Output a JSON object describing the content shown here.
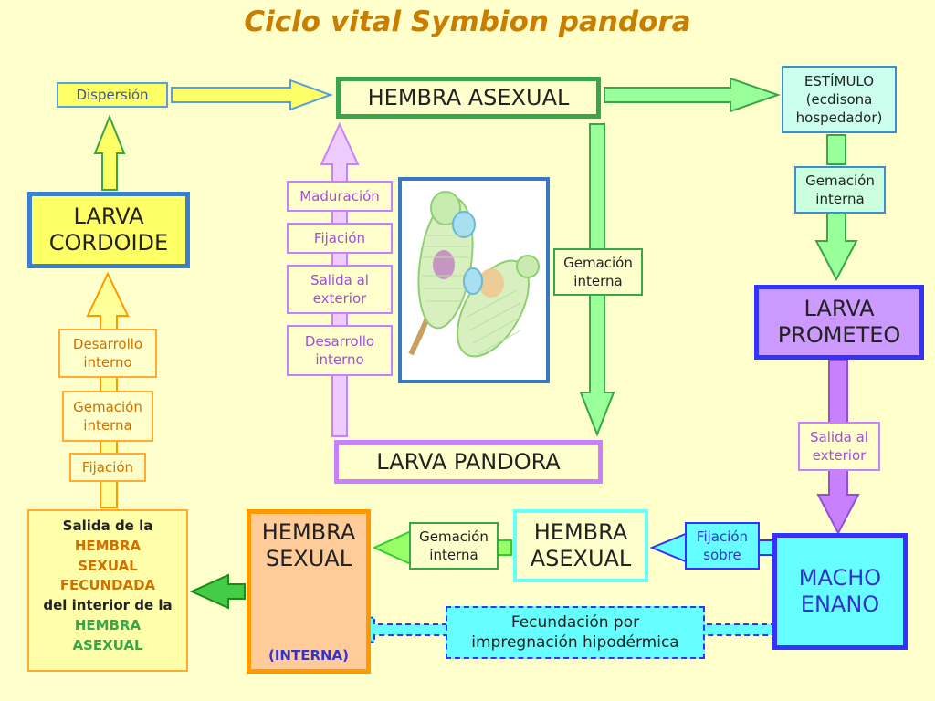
{
  "title_plain": "Ciclo vital ",
  "title_italic": "Symbion pandora",
  "nodes": {
    "dispersion": "Dispersión",
    "hembra_asexual_top": "HEMBRA ASEXUAL",
    "estimulo": "ESTÍMULO\n(ecdisona\nhospedador)",
    "gemacion_interna_right": "Gemación\ninterna",
    "larva_cordoide": "LARVA\nCORDOIDE",
    "maduracion": "Maduración",
    "fijacion_mid": "Fijación",
    "salida_exterior_mid": "Salida al\nexterior",
    "desarrollo_interno_mid": "Desarrollo\ninterno",
    "gemacion_interna_center": "Gemación\ninterna",
    "larva_prometeo": "LARVA\nPROMETEO",
    "desarrollo_interno_left": "Desarrollo\ninterno",
    "gemacion_interna_left": "Gemación\ninterna",
    "fijacion_left": "Fijación",
    "larva_pandora": "LARVA PANDORA",
    "salida_exterior_right": "Salida al\nexterior",
    "hembra_sexual_title": "HEMBRA\nSEXUAL",
    "hembra_sexual_sub": "(INTERNA)",
    "gemacion_interna_bottom": "Gemación\ninterna",
    "hembra_asexual_bottom": "HEMBRA\nASEXUAL",
    "fijacion_sobre": "Fijación\nsobre",
    "macho_enano": "MACHO\nENANO",
    "fecundacion": "Fecundación por\nimpregnación hipodérmica"
  },
  "salida_text": {
    "l1": "Salida de la",
    "l2": "HEMBRA",
    "l3": "SEXUAL",
    "l4": "FECUNDADA",
    "l5": "del interior de la",
    "l6": "HEMBRA",
    "l7": "ASEXUAL"
  },
  "colors": {
    "background": "#ffffcc",
    "title": "#c87f00",
    "yellow_fill": "#ffff66",
    "yellow_border": "#ffcc00",
    "purple": "#c880ff",
    "green": "#3aa54a",
    "light_green": "#99ff99",
    "cyan": "#66ffff",
    "blue": "#3333ff",
    "orange": "#ff9900"
  },
  "image_icon": "symbion-pandora-illustration"
}
